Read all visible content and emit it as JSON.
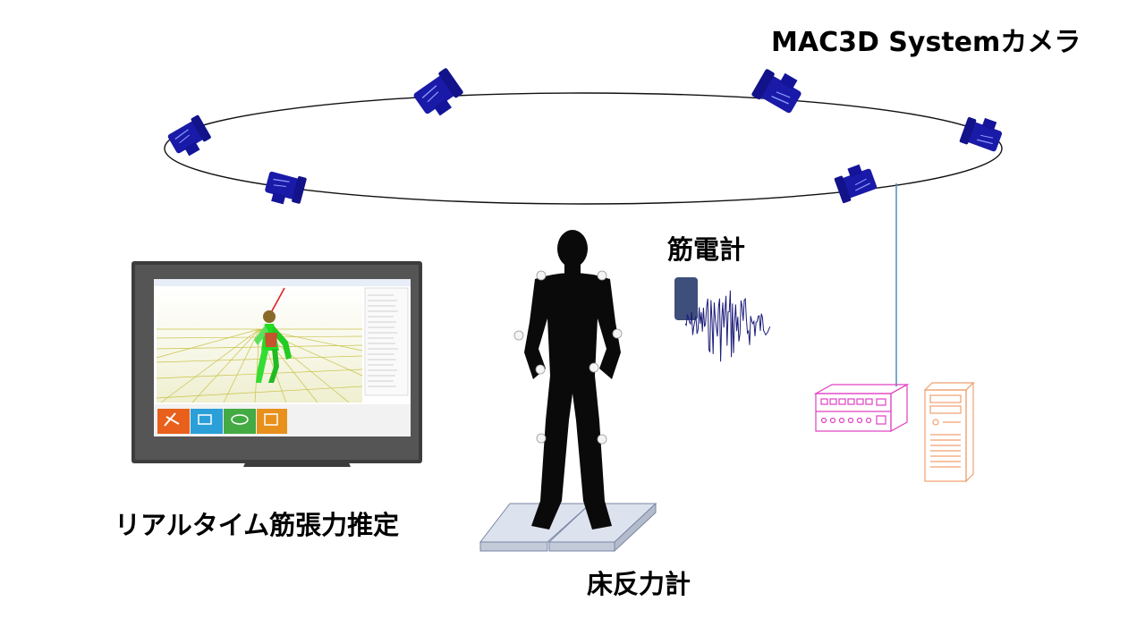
{
  "labels": {
    "camera_system": "MAC3D Systemカメラ",
    "emg": "筋電計",
    "realtime_muscle": "リアルタイム筋張力推定",
    "force_plate": "床反力計"
  },
  "colors": {
    "camera_body": "#1a1aa8",
    "emg_signal": "#1c1c7a",
    "emg_device": "#3d4f7a",
    "grid": "#c9c24a",
    "skeleton_green": "#22dd22",
    "amplifier": "#e040c0",
    "pc_tower": "#f0a070",
    "cable": "#4a90b8",
    "marker": "#f4f4f4",
    "force_plate": "#dde3ee"
  },
  "icons": {
    "camera": "motion-capture-camera-icon",
    "human": "human-silhouette-icon",
    "emg_device": "emg-sensor-icon",
    "amplifier": "amplifier-icon",
    "pc": "pc-tower-icon",
    "monitor": "monitor-icon"
  }
}
